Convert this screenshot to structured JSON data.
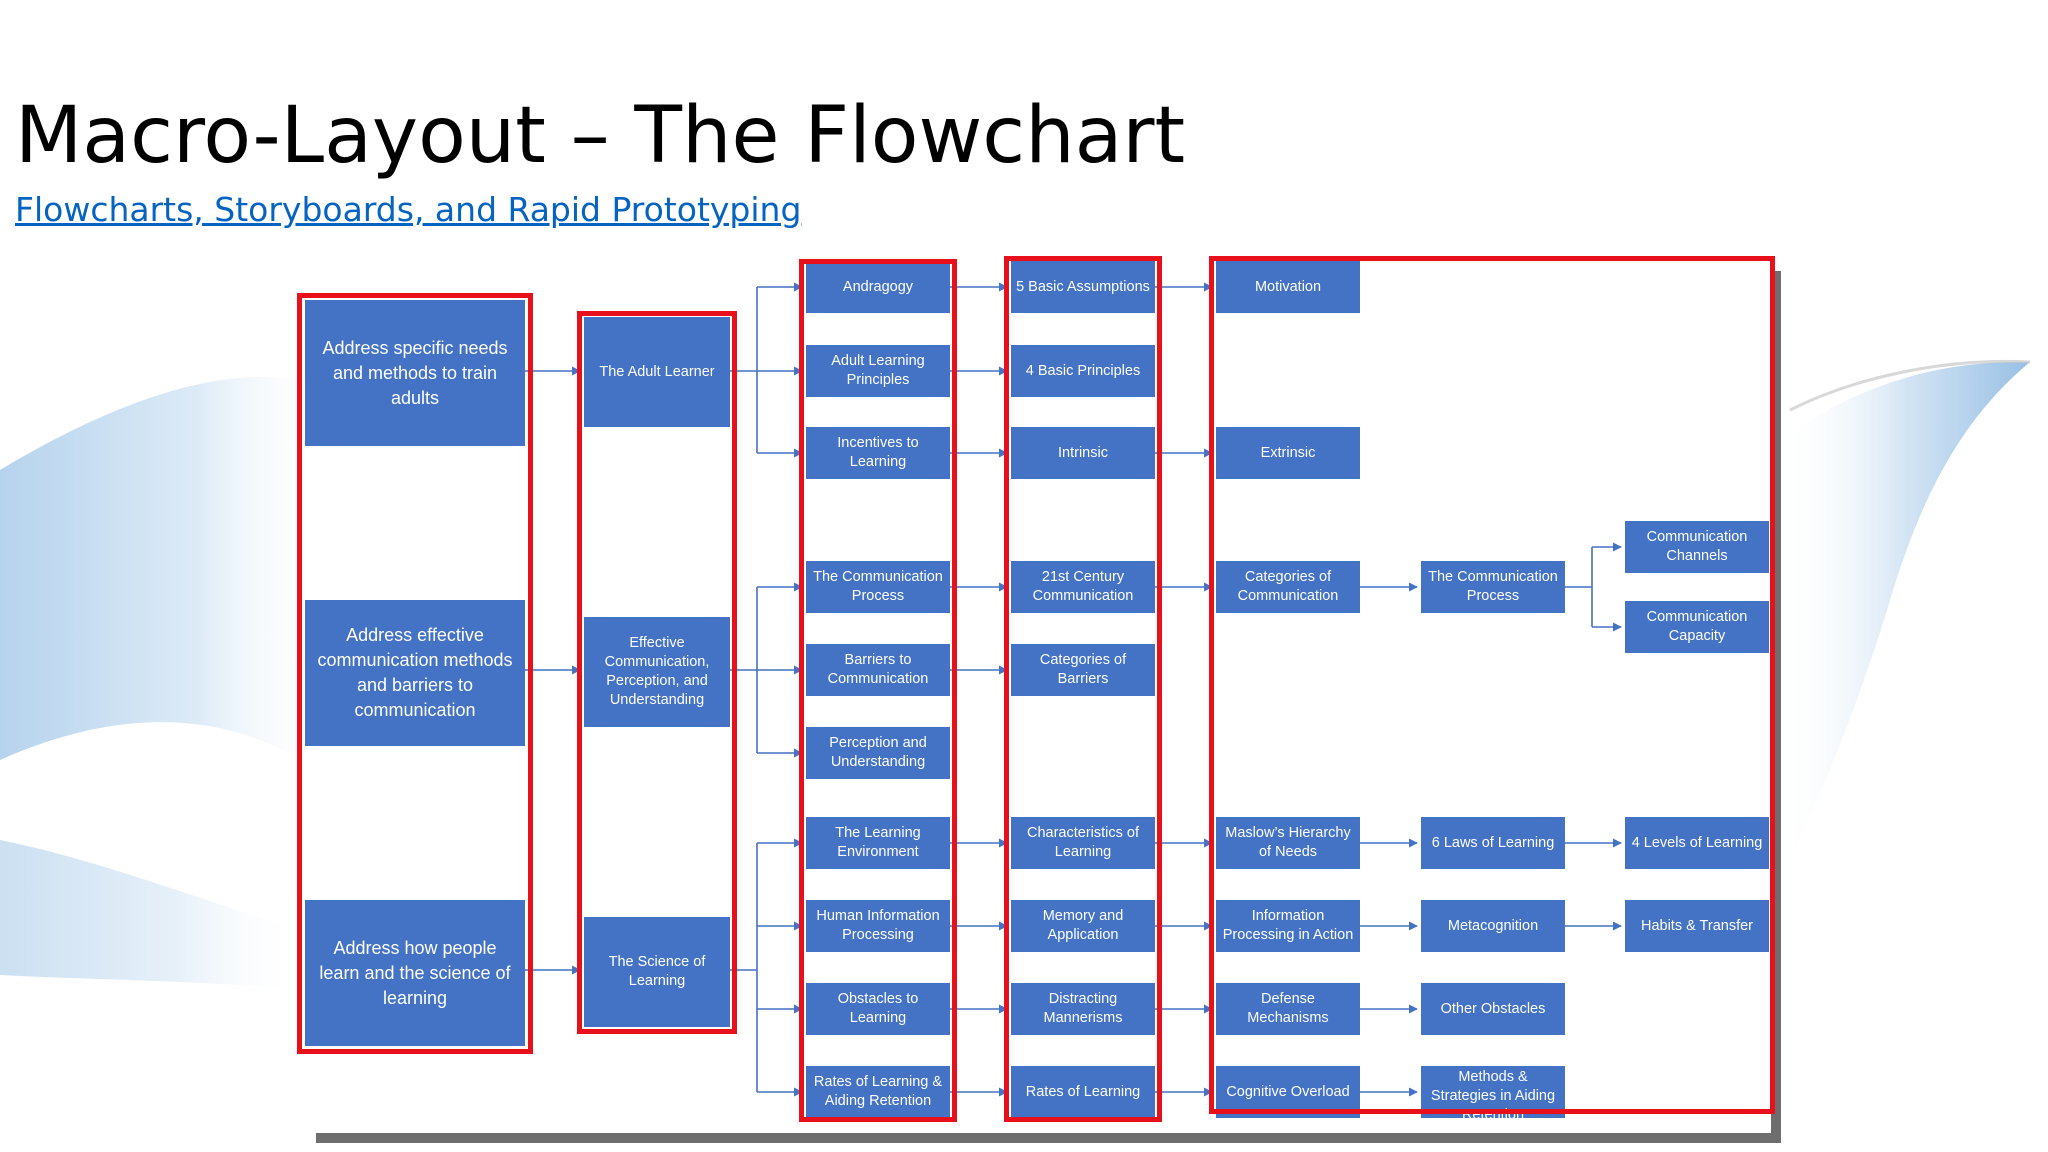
{
  "slide": {
    "title": "Macro-Layout – The Flowchart",
    "link_text": "Flowcharts, Storyboards, and Rapid Prototyping"
  },
  "colors": {
    "node_fill": "#4472C4",
    "frame_red": "#E8101A",
    "connector": "#4472C4",
    "link": "#0563C1"
  },
  "flowchart": {
    "goals": [
      "Address specific needs and methods to train adults",
      "Address effective communication methods and barriers to communication",
      "Address how people learn and the science of learning"
    ],
    "modules": [
      "The Adult Learner",
      "Effective Communication, Perception, and Understanding",
      "The Science of Learning"
    ],
    "topics": [
      "Andragogy",
      "Adult Learning Principles",
      "Incentives to Learning",
      "The Communication Process",
      "Barriers to Communication",
      "Perception and Understanding",
      "The Learning Environment",
      "Human Information Processing",
      "Obstacles to Learning",
      "Rates of Learning & Aiding Retention"
    ],
    "subtopics": [
      "5 Basic Assumptions",
      "4 Basic Principles",
      "Intrinsic",
      "21st Century Communication",
      "Categories of Barriers",
      "Characteristics of Learning",
      "Memory and Application",
      "Distracting Mannerisms",
      "Rates of Learning"
    ],
    "details": {
      "c4": [
        "Motivation",
        "Extrinsic",
        "Categories of Communication",
        "Maslow’s Hierarchy of Needs",
        "Information Processing in Action",
        "Defense Mechanisms",
        "Cognitive Overload"
      ],
      "c5": [
        "The Communication Process",
        "6 Laws of Learning",
        "Metacognition",
        "Other Obstacles",
        "Methods & Strategies in Aiding Retention"
      ],
      "c6": [
        "Communication Channels",
        "Communication Capacity",
        "4 Levels of Learning",
        "Habits & Transfer"
      ]
    }
  }
}
